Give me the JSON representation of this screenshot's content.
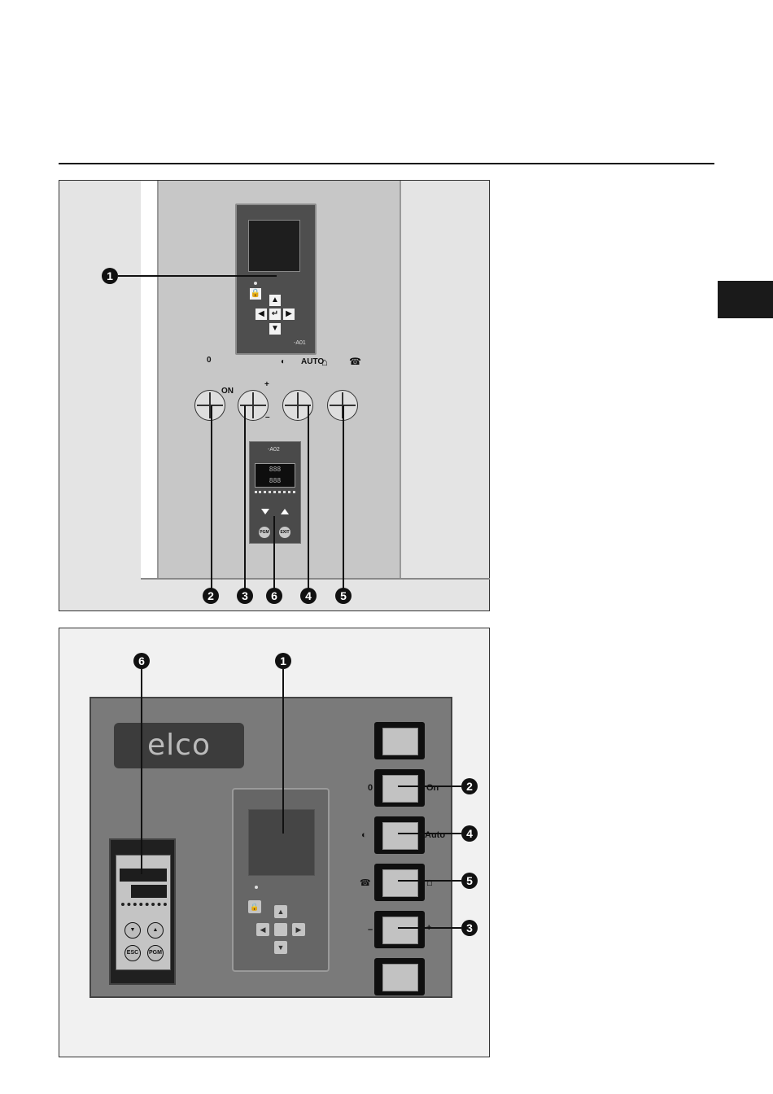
{
  "fig1": {
    "callouts": [
      "1",
      "2",
      "3",
      "6",
      "4",
      "5"
    ],
    "hmi_tag": "-A01",
    "ctrl_tag": "-A02",
    "ctrl_display": [
      "888",
      "888"
    ],
    "ctrl_buttons": [
      "PGM",
      "EXIT"
    ],
    "knob_labels": {
      "off": "0",
      "on": "ON",
      "plus": "+",
      "minus": "–",
      "auto": "AUTO"
    },
    "icons": [
      "lock-icon",
      "arrow-up-icon",
      "arrow-left-icon",
      "enter-icon",
      "arrow-right-icon",
      "arrow-down-icon",
      "burner-icon",
      "house-icon",
      "phone-icon"
    ]
  },
  "fig2": {
    "logo": "elco",
    "callouts": [
      "6",
      "1",
      "2",
      "4",
      "5",
      "3"
    ],
    "ctrl_buttons": [
      "ESC",
      "PGM"
    ],
    "switch_labels": {
      "sw2_left": "0",
      "sw2_right": "On",
      "sw3_right": "Auto",
      "sw5_left": "–",
      "sw5_right": "+"
    },
    "icons": [
      "lock-icon",
      "arrow-up-icon",
      "arrow-left-icon",
      "arrow-right-icon",
      "arrow-down-icon",
      "burner-icon",
      "phone-icon",
      "house-icon"
    ]
  }
}
